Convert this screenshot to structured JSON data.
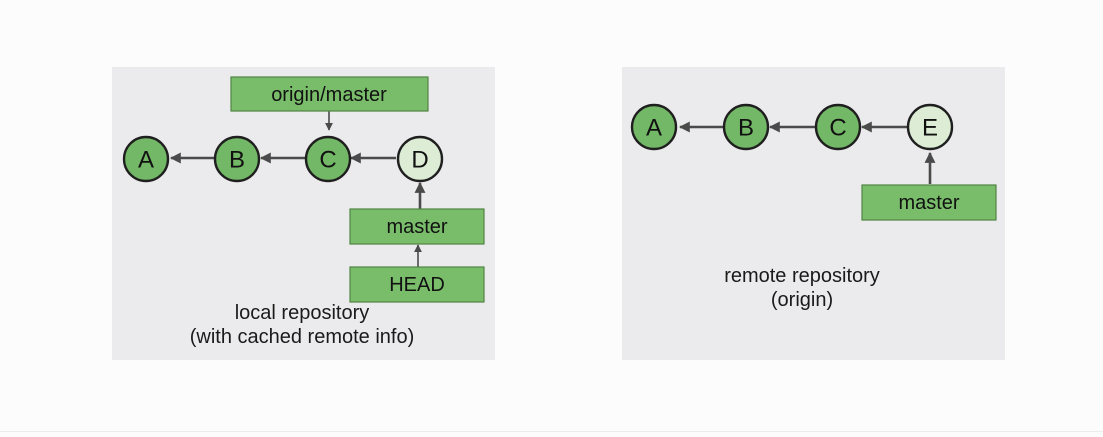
{
  "local_panel": {
    "commits": [
      {
        "id": "A",
        "fill": "#73b866"
      },
      {
        "id": "B",
        "fill": "#73b866"
      },
      {
        "id": "C",
        "fill": "#73b866"
      },
      {
        "id": "D",
        "fill": "#dcecd5"
      }
    ],
    "labels": {
      "origin_master": "origin/master",
      "master": "master",
      "head": "HEAD"
    },
    "caption": {
      "line1": "local repository",
      "line2": "(with cached remote info)"
    }
  },
  "remote_panel": {
    "commits": [
      {
        "id": "A",
        "fill": "#73b866"
      },
      {
        "id": "B",
        "fill": "#73b866"
      },
      {
        "id": "C",
        "fill": "#73b866"
      },
      {
        "id": "E",
        "fill": "#dcecd5"
      }
    ],
    "labels": {
      "master": "master"
    },
    "caption": {
      "line1": "remote repository",
      "line2": "(origin)"
    }
  },
  "colors": {
    "commit_green": "#73b866",
    "commit_light": "#dcecd5",
    "label_green": "#79bd6b",
    "panel_bg": "#ebebed",
    "arrow": "#4a4a4a"
  }
}
